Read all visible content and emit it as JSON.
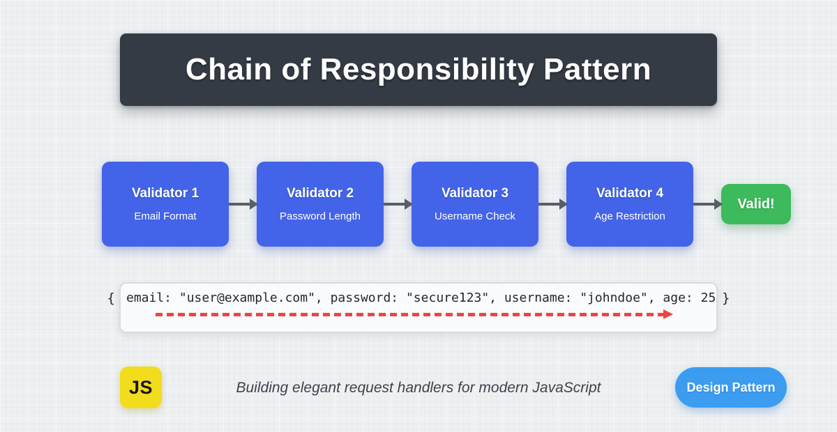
{
  "header": {
    "title": "Chain of Responsibility Pattern"
  },
  "flow": {
    "validators": [
      {
        "title": "Validator 1",
        "subtitle": "Email Format"
      },
      {
        "title": "Validator 2",
        "subtitle": "Password Length"
      },
      {
        "title": "Validator 3",
        "subtitle": "Username Check"
      },
      {
        "title": "Validator 4",
        "subtitle": "Age Restriction"
      }
    ],
    "result_label": "Valid!"
  },
  "request": {
    "open_brace": "{",
    "close_brace": "}",
    "code": "email: \"user@example.com\", password: \"secure123\", username: \"johndoe\", age: 25"
  },
  "footer": {
    "js_badge_label": "JS",
    "tagline": "Building elegant request handlers for modern JavaScript",
    "pill_label": "Design Pattern"
  },
  "colors": {
    "validator_blue": "#4364e8",
    "valid_green": "#3cba5c",
    "header_dark": "#343b44",
    "pill_blue": "#3b9cf0",
    "js_yellow": "#f2dc1e",
    "flow_arrow_gray": "#575e66",
    "request_arrow_red": "#ef4444",
    "background_gray": "#eef0f2"
  }
}
